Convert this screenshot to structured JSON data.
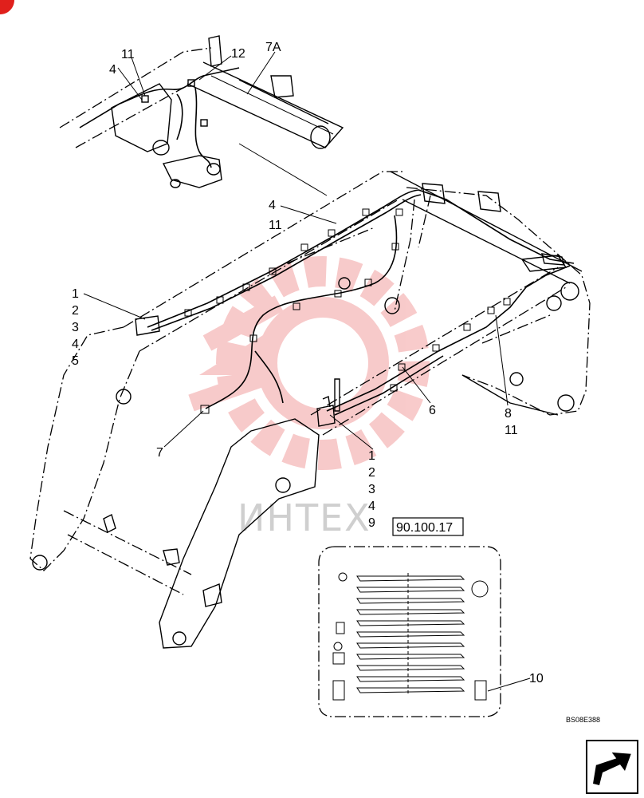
{
  "callouts": {
    "top_11": "11",
    "top_4": "4",
    "top_12": "12",
    "top_7a": "7A",
    "mid_4": "4",
    "mid_11": "11",
    "left_1": "1",
    "left_2": "2",
    "left_3": "3",
    "left_4": "4",
    "left_5": "5",
    "left_7": "7",
    "right_6": "6",
    "right_8": "8",
    "right_11": "11",
    "center_1": "1",
    "center_2": "2",
    "center_3": "3",
    "center_4": "4",
    "center_9": "9",
    "decal_10": "10"
  },
  "reference_box": "90.100.17",
  "drawing_code": "BS08E388",
  "watermark_text": "ИНТЕХ",
  "colors": {
    "ink": "#000000",
    "watermark_red": "#f2a0a0",
    "corner_badge": "#e0201c"
  },
  "icons": {
    "corner": "red-badge",
    "nav": "next-page-arrow-icon"
  }
}
